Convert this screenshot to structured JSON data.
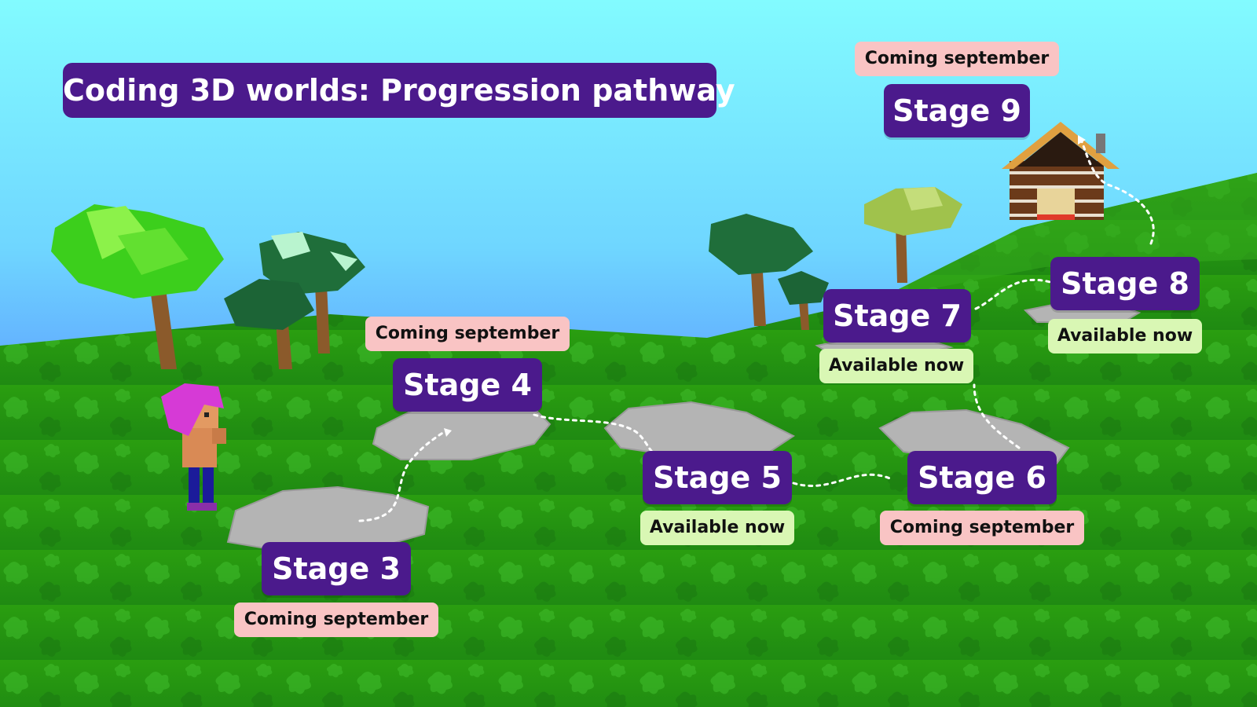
{
  "title": "Coding 3D worlds: Progression pathway",
  "stages": [
    {
      "label": "Stage 3",
      "status": "Coming september",
      "available": false
    },
    {
      "label": "Stage 4",
      "status": "Coming september",
      "available": false
    },
    {
      "label": "Stage 5",
      "status": "Available now",
      "available": true
    },
    {
      "label": "Stage 6",
      "status": "Coming september",
      "available": false
    },
    {
      "label": "Stage 7",
      "status": "Available now",
      "available": true
    },
    {
      "label": "Stage 8",
      "status": "Available now",
      "available": true
    },
    {
      "label": "Stage 9",
      "status": "Coming september",
      "available": false
    }
  ],
  "colors": {
    "label_bg": "#4b1a8c",
    "coming_badge": "#f9c4c4",
    "available_badge": "#d9f7b4",
    "grass": "#2f9a12",
    "sky": "#7ff6ff",
    "water": "#2130f0"
  }
}
